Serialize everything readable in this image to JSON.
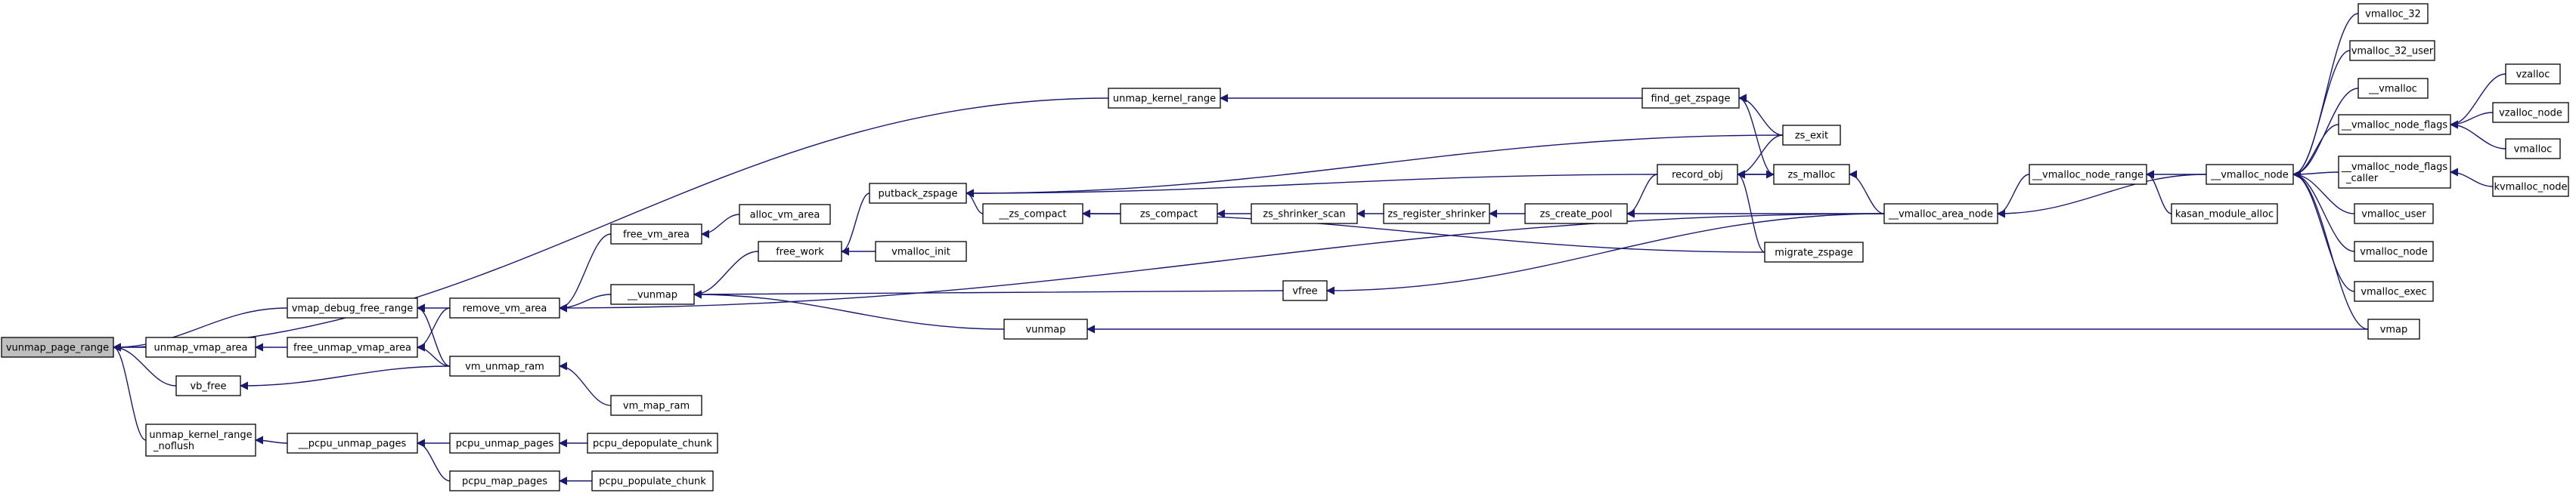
{
  "graph": {
    "root": "vunmap_page_range",
    "nodes": {
      "vunmap_page_range": [
        "vunmap_page_range"
      ],
      "vmap_debug_free_range": [
        "vmap_debug_free_range"
      ],
      "unmap_vmap_area": [
        "unmap_vmap_area"
      ],
      "vb_free": [
        "vb_free"
      ],
      "unmap_kernel_range_noflush": [
        "unmap_kernel_range",
        "_noflush"
      ],
      "unmap_kernel_range": [
        "unmap_kernel_range"
      ],
      "remove_vm_area": [
        "remove_vm_area"
      ],
      "vm_unmap_ram": [
        "vm_unmap_ram"
      ],
      "free_unmap_vmap_area": [
        "free_unmap_vmap_area"
      ],
      "pcpu_unmap_pages_": [
        "__pcpu_unmap_pages"
      ],
      "free_vm_area": [
        "free_vm_area"
      ],
      "vunmap_": [
        "__vunmap"
      ],
      "vm_map_ram": [
        "vm_map_ram"
      ],
      "pcpu_unmap_pages": [
        "pcpu_unmap_pages"
      ],
      "pcpu_map_pages": [
        "pcpu_map_pages"
      ],
      "alloc_vm_area": [
        "alloc_vm_area"
      ],
      "free_work": [
        "free_work"
      ],
      "vunmap": [
        "vunmap"
      ],
      "pcpu_depopulate_chunk": [
        "pcpu_depopulate_chunk"
      ],
      "pcpu_populate_chunk": [
        "pcpu_populate_chunk"
      ],
      "putback_zspage": [
        "putback_zspage"
      ],
      "vmalloc_init": [
        "vmalloc_init"
      ],
      "zs_compact_": [
        "__zs_compact"
      ],
      "zs_compact": [
        "zs_compact"
      ],
      "zs_shrinker_scan": [
        "zs_shrinker_scan"
      ],
      "vfree": [
        "vfree"
      ],
      "zs_register_shrinker": [
        "zs_register_shrinker"
      ],
      "zs_create_pool": [
        "zs_create_pool"
      ],
      "find_get_zspage": [
        "find_get_zspage"
      ],
      "record_obj": [
        "record_obj"
      ],
      "migrate_zspage": [
        "migrate_zspage"
      ],
      "zs_exit": [
        "zs_exit"
      ],
      "zs_malloc": [
        "zs_malloc"
      ],
      "vmalloc_area_node": [
        "__vmalloc_area_node"
      ],
      "vmalloc_node_range": [
        "__vmalloc_node_range"
      ],
      "kasan_module_alloc": [
        "kasan_module_alloc"
      ],
      "vmalloc_node_": [
        "__vmalloc_node"
      ],
      "vmalloc_32": [
        "vmalloc_32"
      ],
      "vmalloc_32_user": [
        "vmalloc_32_user"
      ],
      "vmalloc_": [
        "__vmalloc"
      ],
      "vmalloc_node_flags": [
        "__vmalloc_node_flags"
      ],
      "vmalloc_node_flags_caller": [
        "__vmalloc_node_flags",
        "_caller"
      ],
      "vmalloc_user": [
        "vmalloc_user"
      ],
      "vmalloc_node": [
        "vmalloc_node"
      ],
      "vmalloc_exec": [
        "vmalloc_exec"
      ],
      "vmap": [
        "vmap"
      ],
      "vzalloc": [
        "vzalloc"
      ],
      "vzalloc_node": [
        "vzalloc_node"
      ],
      "vmalloc": [
        "vmalloc"
      ],
      "kvmalloc_node": [
        "kvmalloc_node"
      ]
    },
    "edges": [
      [
        "vmap_debug_free_range",
        "vunmap_page_range"
      ],
      [
        "unmap_vmap_area",
        "vunmap_page_range"
      ],
      [
        "vb_free",
        "vunmap_page_range"
      ],
      [
        "unmap_kernel_range_noflush",
        "vunmap_page_range"
      ],
      [
        "unmap_kernel_range",
        "vunmap_page_range"
      ],
      [
        "remove_vm_area",
        "vmap_debug_free_range"
      ],
      [
        "vm_unmap_ram",
        "vmap_debug_free_range"
      ],
      [
        "free_unmap_vmap_area",
        "unmap_vmap_area"
      ],
      [
        "vm_unmap_ram",
        "vb_free"
      ],
      [
        "pcpu_unmap_pages_",
        "unmap_kernel_range_noflush"
      ],
      [
        "find_get_zspage",
        "unmap_kernel_range"
      ],
      [
        "free_vm_area",
        "remove_vm_area"
      ],
      [
        "vunmap_",
        "remove_vm_area"
      ],
      [
        "remove_vm_area",
        "free_unmap_vmap_area"
      ],
      [
        "vm_unmap_ram",
        "free_unmap_vmap_area"
      ],
      [
        "vm_map_ram",
        "vm_unmap_ram"
      ],
      [
        "pcpu_unmap_pages",
        "pcpu_unmap_pages_"
      ],
      [
        "pcpu_map_pages",
        "pcpu_unmap_pages_"
      ],
      [
        "alloc_vm_area",
        "free_vm_area"
      ],
      [
        "free_work",
        "vunmap_"
      ],
      [
        "vfree",
        "vunmap_"
      ],
      [
        "vunmap",
        "vunmap_"
      ],
      [
        "vmalloc_area_node",
        "remove_vm_area"
      ],
      [
        "pcpu_depopulate_chunk",
        "pcpu_unmap_pages"
      ],
      [
        "pcpu_populate_chunk",
        "pcpu_map_pages"
      ],
      [
        "putback_zspage",
        "free_work"
      ],
      [
        "vmalloc_init",
        "free_work"
      ],
      [
        "zs_compact_",
        "putback_zspage"
      ],
      [
        "record_obj",
        "putback_zspage"
      ],
      [
        "zs_exit",
        "putback_zspage"
      ],
      [
        "zs_compact",
        "zs_compact_"
      ],
      [
        "migrate_zspage",
        "zs_compact_"
      ],
      [
        "zs_shrinker_scan",
        "zs_compact"
      ],
      [
        "zs_register_shrinker",
        "zs_shrinker_scan"
      ],
      [
        "zs_create_pool",
        "zs_register_shrinker"
      ],
      [
        "record_obj",
        "zs_create_pool"
      ],
      [
        "vmalloc_area_node",
        "zs_create_pool"
      ],
      [
        "zs_exit",
        "find_get_zspage"
      ],
      [
        "zs_malloc",
        "find_get_zspage"
      ],
      [
        "zs_exit",
        "record_obj"
      ],
      [
        "zs_malloc",
        "record_obj"
      ],
      [
        "migrate_zspage",
        "record_obj"
      ],
      [
        "record_obj",
        "zs_malloc"
      ],
      [
        "vmalloc_area_node",
        "vfree"
      ],
      [
        "vmap",
        "vunmap"
      ],
      [
        "vmalloc_area_node",
        "zs_malloc"
      ],
      [
        "vmalloc_node_range",
        "vmalloc_area_node"
      ],
      [
        "vmalloc_node_",
        "vmalloc_area_node"
      ],
      [
        "kasan_module_alloc",
        "vmalloc_node_range"
      ],
      [
        "vmalloc_node_",
        "vmalloc_node_range"
      ],
      [
        "vmalloc_32",
        "vmalloc_node_"
      ],
      [
        "vmalloc_32_user",
        "vmalloc_node_"
      ],
      [
        "vmalloc_",
        "vmalloc_node_"
      ],
      [
        "vmalloc_node_flags",
        "vmalloc_node_"
      ],
      [
        "vmalloc_node_flags_caller",
        "vmalloc_node_"
      ],
      [
        "vmalloc_user",
        "vmalloc_node_"
      ],
      [
        "vmalloc_node",
        "vmalloc_node_"
      ],
      [
        "vmalloc_exec",
        "vmalloc_node_"
      ],
      [
        "vmap",
        "vmalloc_node_"
      ],
      [
        "vzalloc",
        "vmalloc_node_flags"
      ],
      [
        "vzalloc_node",
        "vmalloc_node_flags"
      ],
      [
        "vmalloc",
        "vmalloc_node_flags"
      ],
      [
        "kvmalloc_node",
        "vmalloc_node_flags_caller"
      ]
    ]
  },
  "colors": {
    "edge": "#191970",
    "node_border": "#000000",
    "node_fill": "#ffffff",
    "root_fill": "#bfbfbf",
    "text": "#000000"
  }
}
